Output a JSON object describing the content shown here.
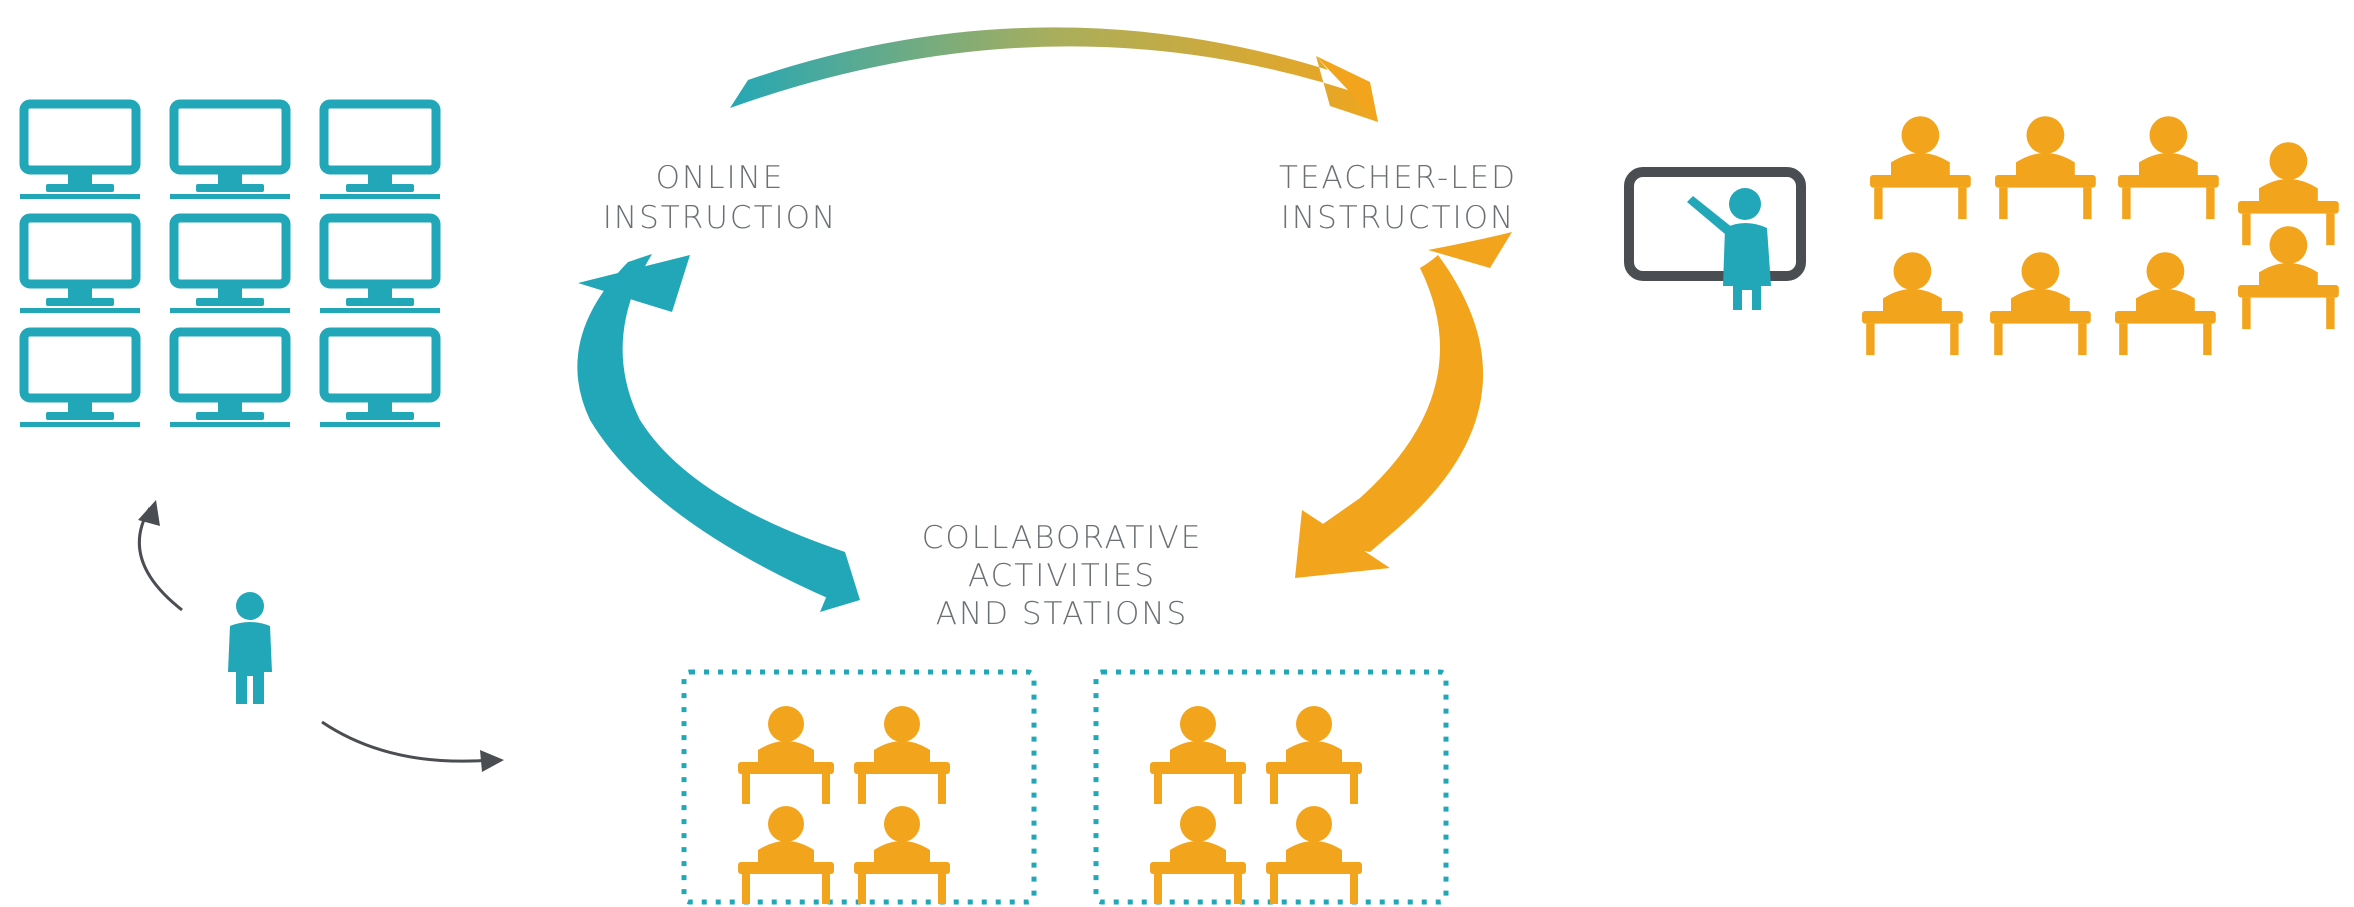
{
  "labels": {
    "online": [
      "ONLINE",
      "INSTRUCTION"
    ],
    "teacher_led": [
      "TEACHER-LED",
      "INSTRUCTION"
    ],
    "collaborative": [
      "COLLABORATIVE",
      "ACTIVITIES",
      "AND STATIONS"
    ]
  },
  "colors": {
    "teal": "#21a7b8",
    "orange": "#f2a51c",
    "gray": "#6a7073",
    "dark_gray": "#4a4e52"
  },
  "icons": {
    "computer": "desktop-computer-icon",
    "student": "student-at-desk-icon",
    "teacher": "teacher-at-board-icon",
    "person": "standing-person-icon"
  },
  "counts": {
    "computers": 9,
    "teacher_led_students": 8,
    "collaborative_groups": 2,
    "students_per_group": 4
  }
}
